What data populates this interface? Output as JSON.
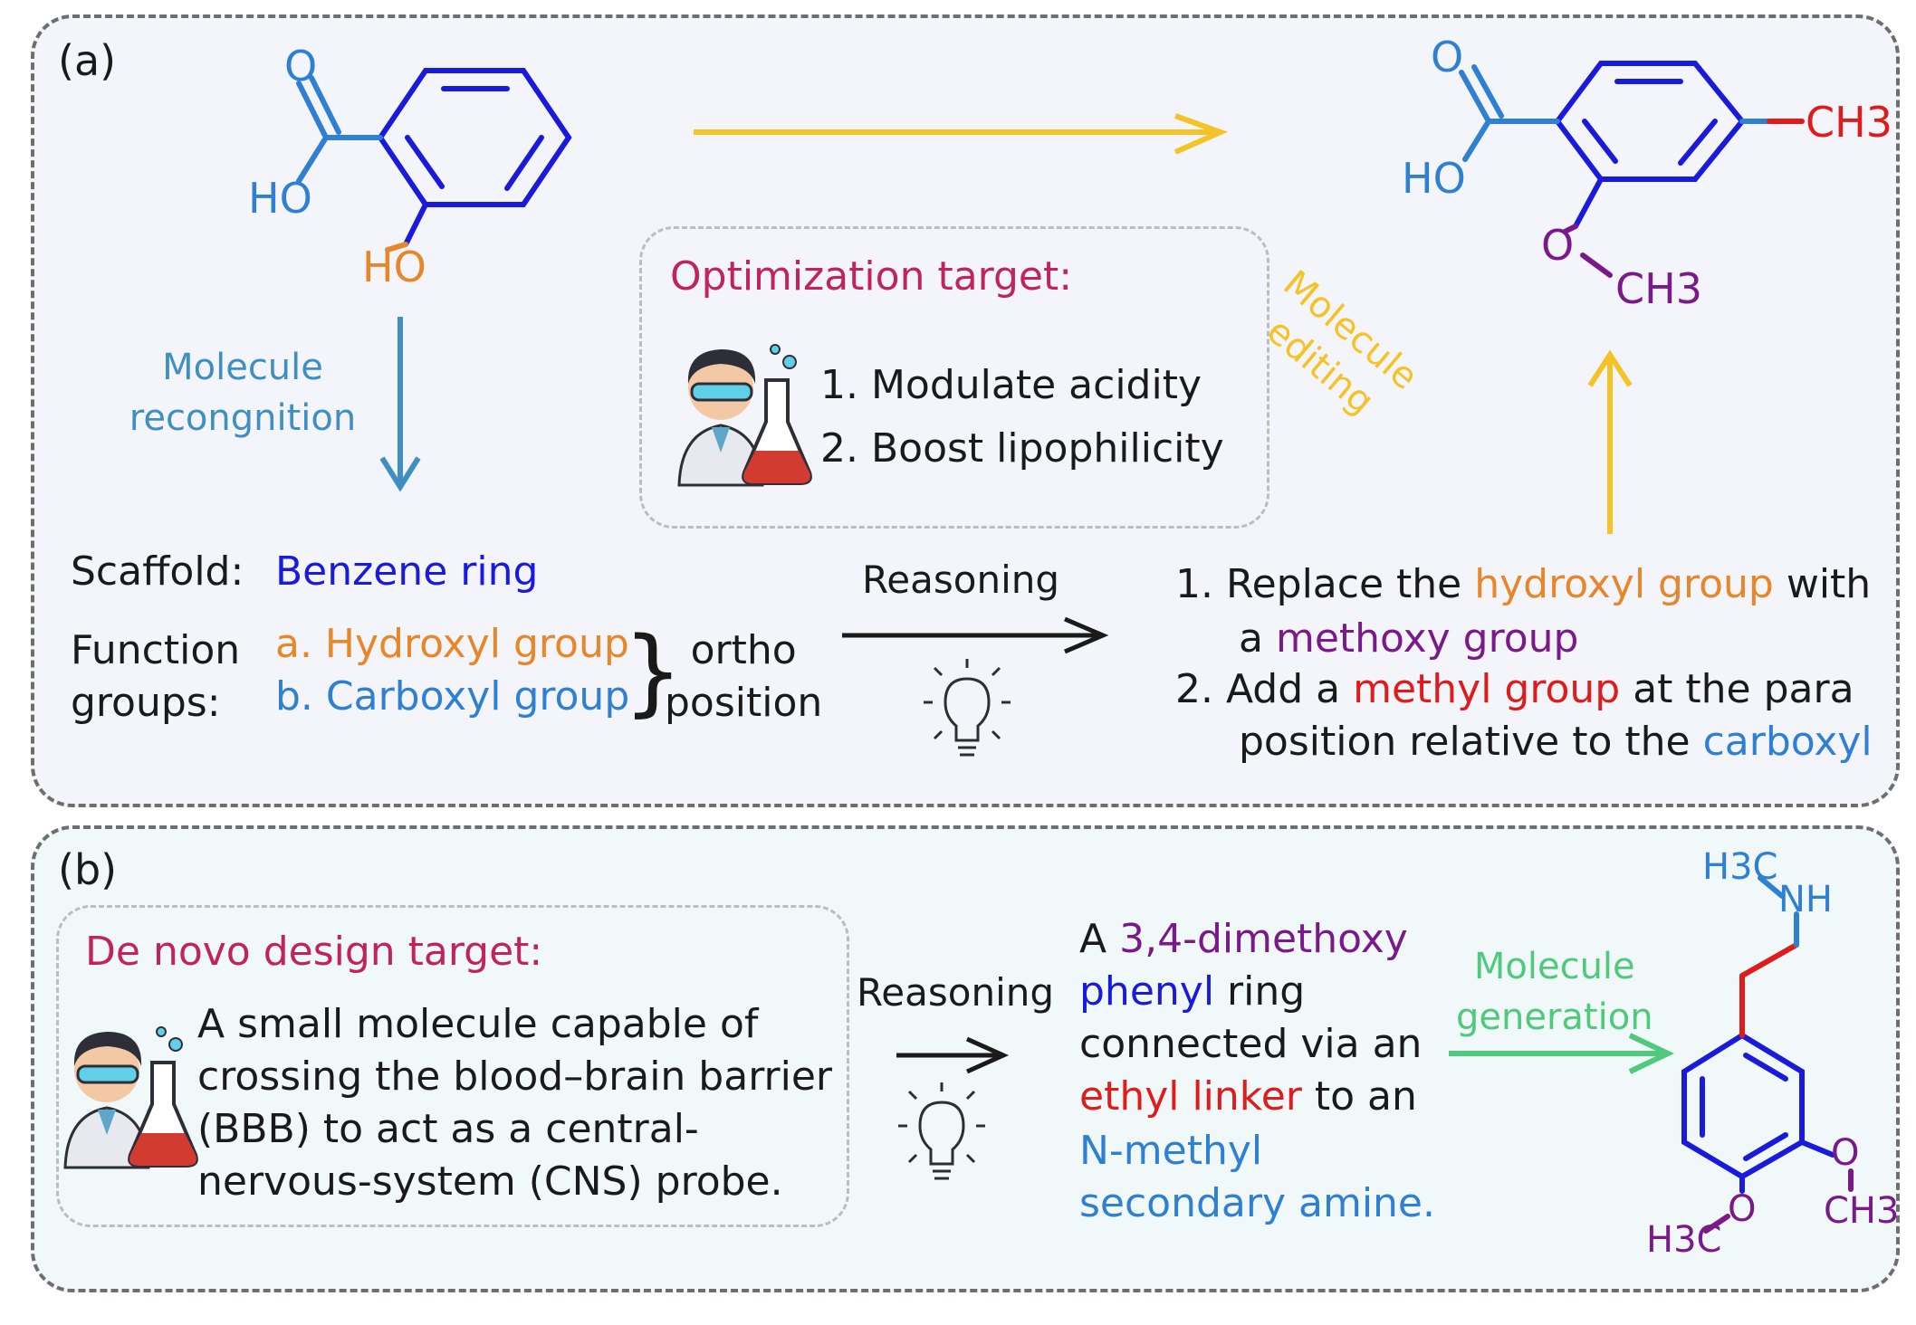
{
  "colors": {
    "blue": "#2f7fd3",
    "darkblue": "#1a1adc",
    "orange": "#e8862a",
    "purple": "#7a1a8a",
    "red": "#e01b1b",
    "crimson": "#c0245a",
    "yellow": "#f4c327",
    "steelblue": "#3f8fc2",
    "green": "#4fc97c",
    "panel_a_bg": "#f4f5fb",
    "panel_b_bg": "#f1f8fa"
  },
  "panel_a": {
    "tag": "(a)",
    "molecule_start": {
      "o_top": "O",
      "ho_left": "HO",
      "ho_bottom": "HO"
    },
    "molecule_recognition_l1": "Molecule",
    "molecule_recognition_l2": "recongnition",
    "optimization": {
      "title": "Optimization target:",
      "item1": "1. Modulate acidity",
      "item2": "2. Boost lipophilicity"
    },
    "molecule_editing_l1": "Molecule",
    "molecule_editing_l2": "editing",
    "molecule_end": {
      "o_top": "O",
      "ho": "HO",
      "ch3_right": "CH3",
      "o_mid": "O",
      "ch3_bottom": "CH3"
    },
    "scaffold_label": "Scaffold:",
    "scaffold_value": "Benzene ring",
    "function_label_l1": "Function",
    "function_label_l2": "groups:",
    "group_a": "a. Hydroxyl group",
    "group_b": "b. Carboxyl group",
    "ortho_l1": "ortho",
    "ortho_l2": "position",
    "reasoning": "Reasoning",
    "steps": {
      "s1_pre": "1. Replace the",
      "s1_hl": "hydroxyl group",
      "s1_post": "with",
      "s1b_pre": "a",
      "s1b_hl": "methoxy group",
      "s2_pre": "2. Add a",
      "s2_hl": "methyl group",
      "s2_post": "at the para",
      "s2b_pre": "position relative to the",
      "s2b_hl": "carboxyl"
    }
  },
  "panel_b": {
    "tag": "(b)",
    "denovo_title": "De novo design target:",
    "denovo_lines": [
      "A small molecule capable of",
      "crossing the blood–brain barrier",
      "(BBB) to act as a central-",
      "nervous-system (CNS) probe."
    ],
    "reasoning": "Reasoning",
    "desc": {
      "l1_pre": "A",
      "l1_hl": "3,4-dimethoxy",
      "l2_hl": "phenyl",
      "l2_post": "ring",
      "l3": "connected via an",
      "l4_hl": "ethyl linker",
      "l4_post": "to an",
      "l5_hl": "N-methyl",
      "l6_hl": "secondary amine."
    },
    "molecule_generation_l1": "Molecule",
    "molecule_generation_l2": "generation",
    "molecule_gen": {
      "h3c_top": "H3C",
      "nh": "NH",
      "o_right": "O",
      "ch3_right": "CH3",
      "o_bottom": "O",
      "h3c_bottom": "H3C"
    }
  }
}
